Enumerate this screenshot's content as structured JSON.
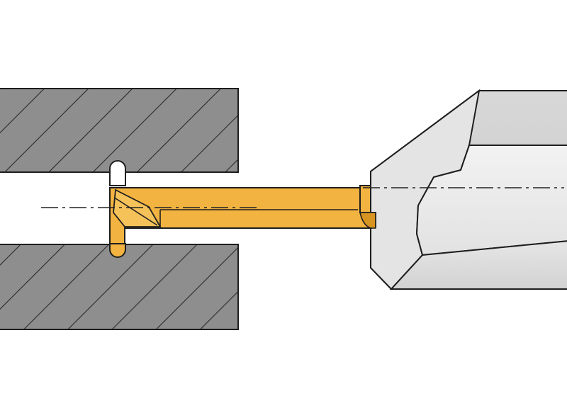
{
  "diagram": {
    "type": "internal-grooving-tool-cross-section",
    "colors": {
      "background": "#ffffff",
      "workpiece": "#8e8e8e",
      "hatch": "#2a2a2a",
      "outline": "#1e1e1e",
      "insert": "#f2b340",
      "insert_shade": "#d89420",
      "holder_light": "#ededed",
      "holder_mid": "#dcdcdc",
      "holder_dark": "#c6c6c6",
      "centerline": "#222222"
    },
    "parts": [
      {
        "id": "workpiece",
        "icon": "hatched-block-icon"
      },
      {
        "id": "insert",
        "icon": "grooving-insert-icon"
      },
      {
        "id": "holder",
        "icon": "tool-holder-icon"
      },
      {
        "id": "groove",
        "icon": "groove-slot-icon"
      }
    ]
  }
}
